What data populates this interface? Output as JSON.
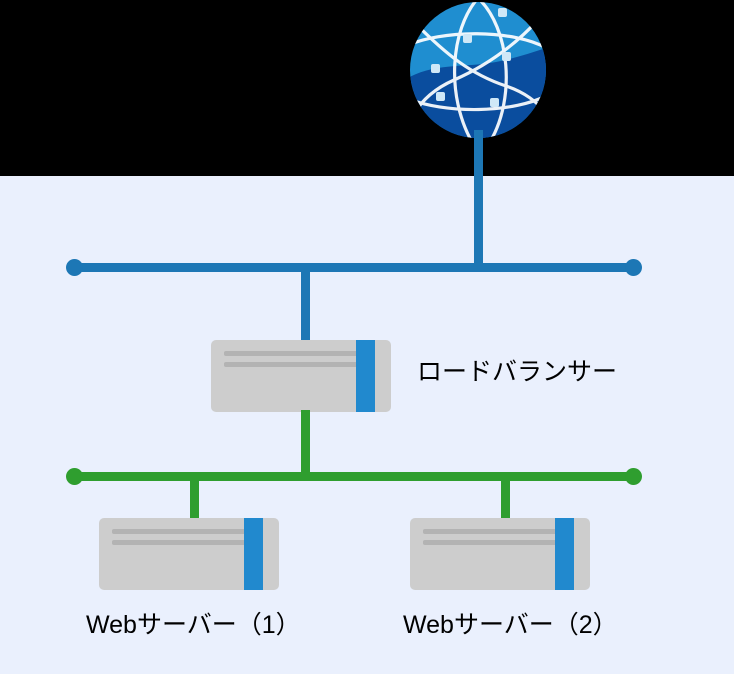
{
  "diagram": {
    "title": "load-balanced-web-server-architecture",
    "background_dark": "#000000",
    "background_light": "#eaf0fd",
    "nodes": {
      "internet": {
        "icon": "globe-icon",
        "label": "",
        "colors": {
          "upper": "#1f8ed0",
          "lower": "#0a4d9e",
          "mesh_upper": "#ffffff",
          "mesh_lower": "#a8d8f0"
        }
      },
      "load_balancer": {
        "icon": "server-icon",
        "label": "ロードバランサー",
        "colors": {
          "body": "#cdcdcd",
          "slot": "#b3b3b3",
          "accent": "#2189ce"
        }
      },
      "web_server_1": {
        "icon": "server-icon",
        "label": "Webサーバー（1）",
        "colors": {
          "body": "#cdcdcd",
          "slot": "#b3b3b3",
          "accent": "#2189ce"
        }
      },
      "web_server_2": {
        "icon": "server-icon",
        "label": "Webサーバー（2）",
        "colors": {
          "body": "#cdcdcd",
          "slot": "#b3b3b3",
          "accent": "#2189ce"
        }
      }
    },
    "networks": {
      "public_bus": {
        "name": "public-network-bus",
        "color": "#1d77b5",
        "label": ""
      },
      "private_bus": {
        "name": "private-network-bus",
        "color": "#2f9e2f",
        "label": ""
      }
    }
  }
}
